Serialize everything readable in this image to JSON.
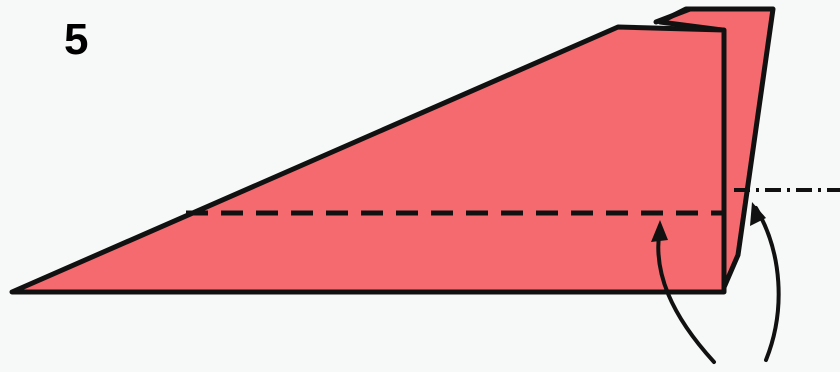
{
  "step": {
    "number": "5"
  },
  "colors": {
    "paper": "#f46a6e",
    "outline": "#111111",
    "background": "#f7f9f8"
  },
  "icons": {
    "valley_fold_line": "dashed-line",
    "mountain_fold_line": "dash-dot-line",
    "fold_direction": "curved-arrow"
  }
}
